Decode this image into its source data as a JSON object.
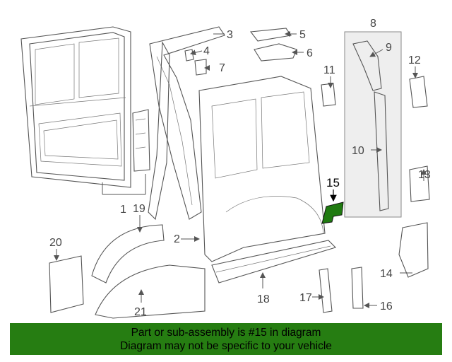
{
  "callouts": [
    "1",
    "2",
    "3",
    "4",
    "5",
    "6",
    "7",
    "8",
    "9",
    "10",
    "11",
    "12",
    "13",
    "14",
    "15",
    "16",
    "17",
    "18",
    "19",
    "20",
    "21"
  ],
  "highlight": {
    "part_number": "15",
    "color": "#267d12"
  },
  "banner": {
    "line1": "Part or sub-assembly is #15 in diagram",
    "line2": "Diagram may not be specific to your vehicle",
    "background": "#267d12"
  }
}
